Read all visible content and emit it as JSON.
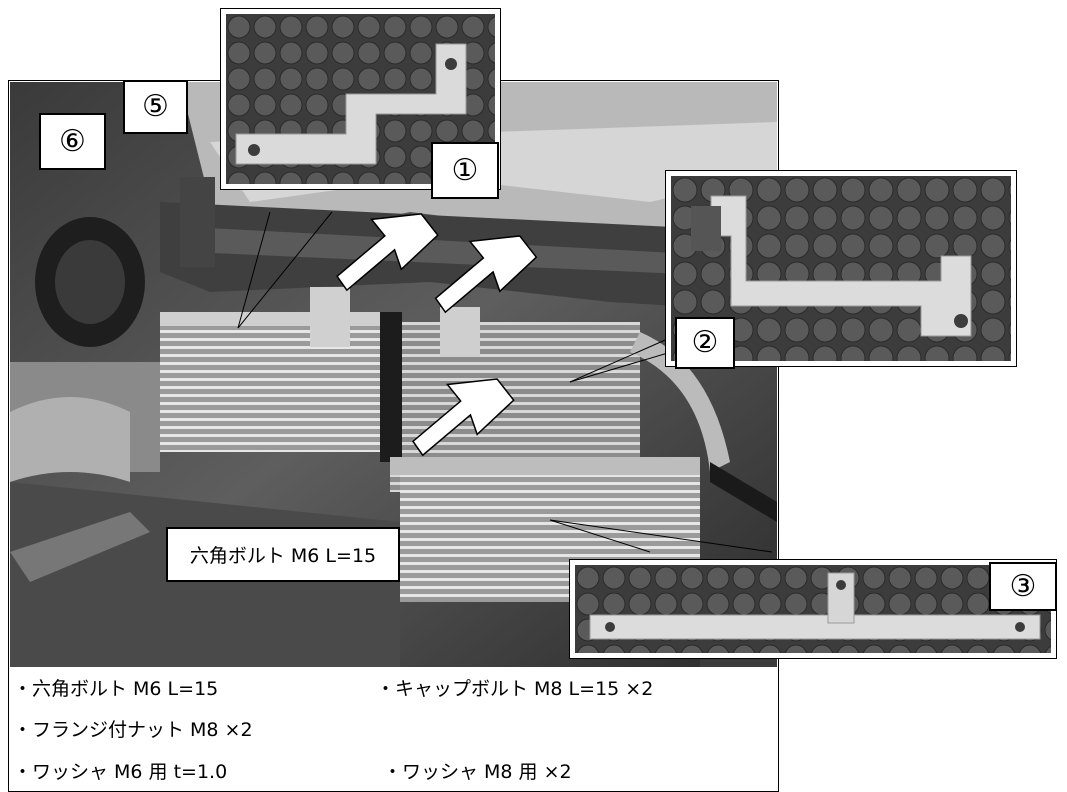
{
  "callouts": {
    "part1": "①",
    "part2": "②",
    "part3": "③",
    "part5": "⑤",
    "part6": "⑥",
    "bolt_label": "六角ボルト M6 L=15"
  },
  "parts_list": [
    "・六角ボルト M6 L=15",
    "・キャップボルト M8 L=15 ×2",
    "・フランジ付ナット M8 ×2",
    "・ワッシャ M6 用 t=1.0",
    "・ワッシャ M8 用 ×2"
  ],
  "colors": {
    "photo_dark": "#2a2a2a",
    "photo_mid": "#7a7a7a",
    "photo_light": "#cfcfcf",
    "bracket": "#d9d9d9"
  }
}
